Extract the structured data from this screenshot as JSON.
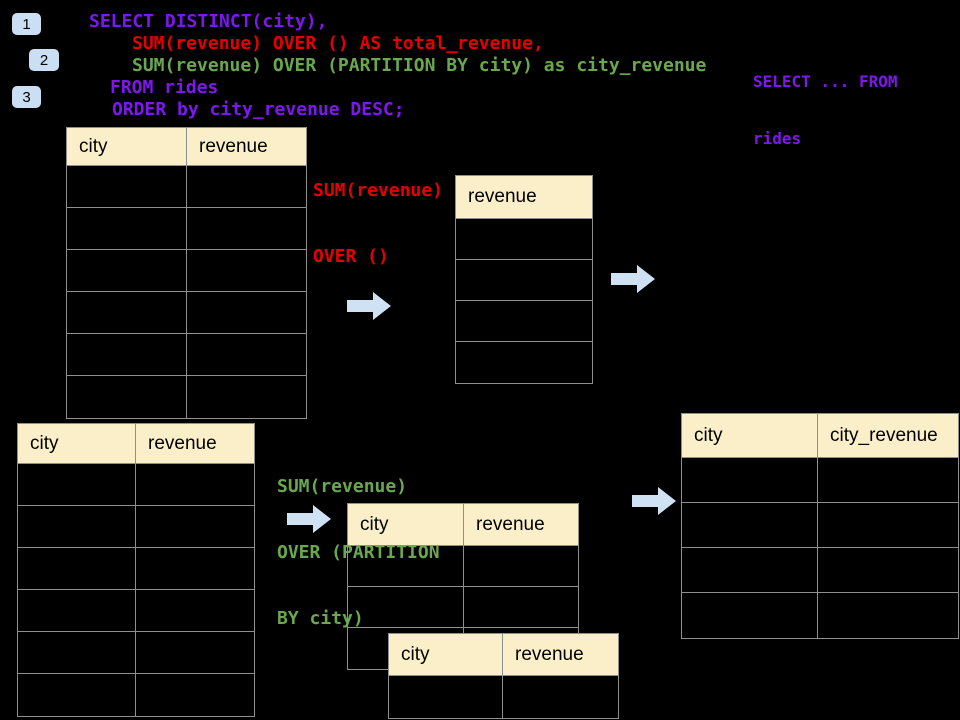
{
  "colors": {
    "background": "#000000",
    "purple": "#7E17EE",
    "red": "#E60000",
    "green": "#6AA84F",
    "table-header-bg": "#FBEFC9",
    "table-border": "#8F8F8F",
    "arrow-fill": "#CFE2F3",
    "badge-fill": "#CBDFF4",
    "text-dark": "#000000"
  },
  "badges": [
    {
      "label": "1"
    },
    {
      "label": "2"
    },
    {
      "label": "3"
    }
  ],
  "sql_code": {
    "lines": [
      {
        "text": "SELECT DISTINCT(city),",
        "color": "purple"
      },
      {
        "text": "SUM(revenue) OVER () AS total_revenue,",
        "color": "red"
      },
      {
        "text": "SUM(revenue) OVER (PARTITION BY city) as city_revenue",
        "color": "green"
      },
      {
        "text": "FROM rides",
        "color": "purple"
      },
      {
        "text": "ORDER by city_revenue DESC;",
        "color": "purple"
      }
    ]
  },
  "side_note": {
    "line1": "SELECT ... FROM",
    "line2": "rides"
  },
  "annotations": {
    "total_revenue": {
      "lines": [
        "SUM(revenue)",
        "OVER ()"
      ]
    },
    "partition": {
      "lines": [
        "SUM(revenue)",
        "OVER (PARTITION",
        "BY city)"
      ]
    }
  },
  "tables": [
    {
      "id": "source-rides-top",
      "headers": [
        "city",
        "revenue"
      ],
      "rows": 6
    },
    {
      "id": "total-revenue",
      "headers": [
        "revenue"
      ],
      "rows": 4
    },
    {
      "id": "source-rides-bottom",
      "headers": [
        "city",
        "revenue"
      ],
      "rows": 6
    },
    {
      "id": "partition-city-a",
      "headers": [
        "city",
        "revenue"
      ],
      "rows": 3
    },
    {
      "id": "partition-city-b",
      "headers": [
        "city",
        "revenue"
      ],
      "rows": 1
    },
    {
      "id": "city-revenue-result",
      "headers": [
        "city",
        "city_revenue"
      ],
      "rows": 4
    }
  ],
  "arrows": [
    {
      "name": "arrow-to-total-revenue"
    },
    {
      "name": "arrow-total-to-result"
    },
    {
      "name": "arrow-to-partition-tables"
    },
    {
      "name": "arrow-partition-to-result"
    }
  ]
}
